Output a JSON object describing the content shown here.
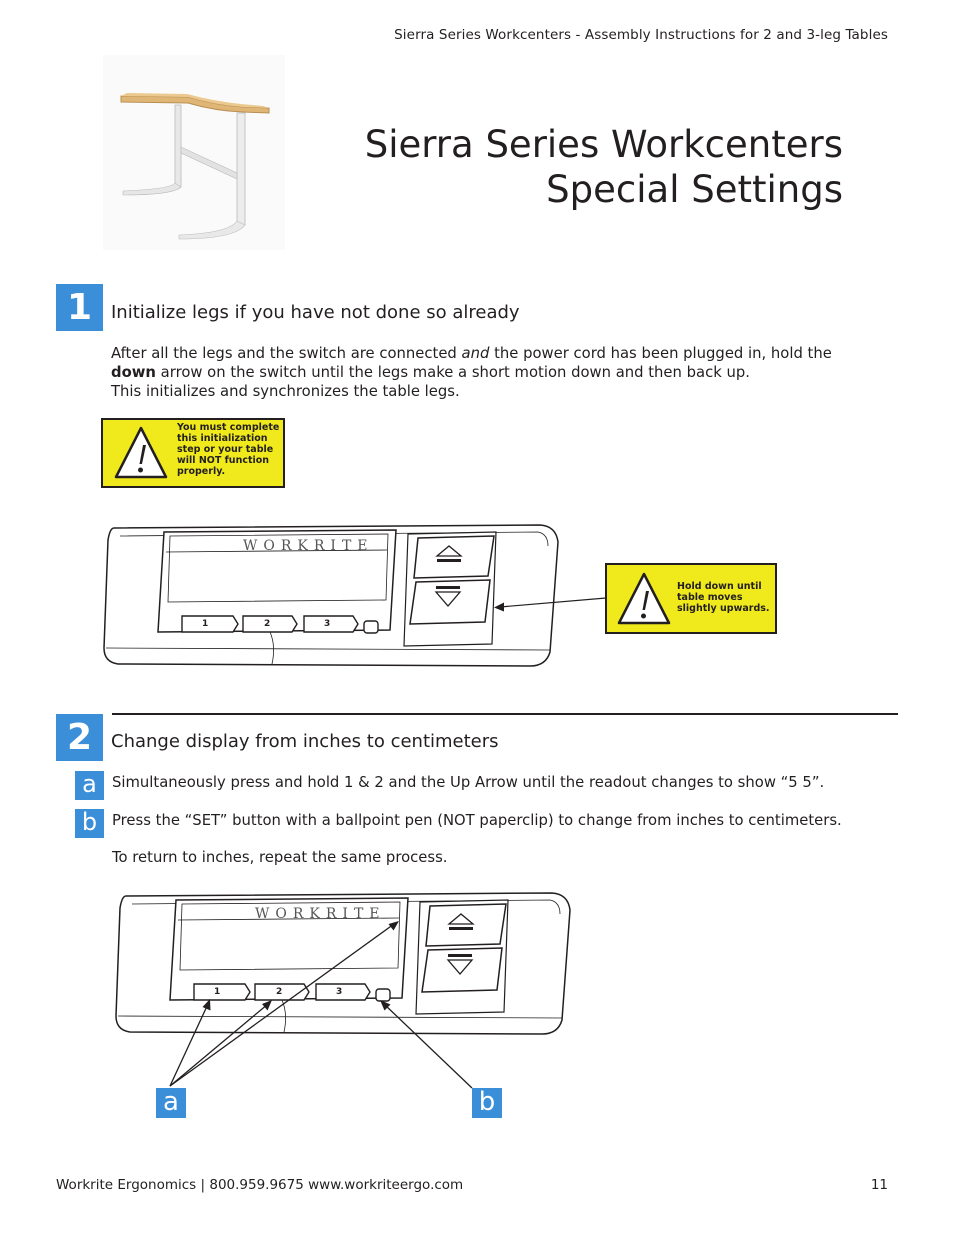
{
  "header": {
    "title": "Sierra Series Workcenters - Assembly Instructions for 2 and 3-leg Tables"
  },
  "page_title": {
    "line1": "Sierra Series Workcenters",
    "line2": "Special Settings"
  },
  "step1": {
    "number": "1",
    "heading": "Initialize legs if you have not done so already",
    "body_part1": "After all the legs and the switch are connected ",
    "body_em": "and",
    "body_part2": " the power cord has been plugged in, hold the",
    "body_bold": "down",
    "body_part3": " arrow on the switch until the legs make a short motion down and then back up.",
    "body_line3": "This initializes and synchronizes the table legs.",
    "warning1": {
      "line1": "You must complete",
      "line2": "this initialization",
      "line3": "step or your table",
      "line4": "will NOT function",
      "line5": "properly."
    },
    "warning2": {
      "line1": "Hold down until",
      "line2": "table moves",
      "line3": "slightly upwards."
    }
  },
  "controller": {
    "brand": "WORKRITE",
    "button1": "1",
    "button2": "2",
    "button3": "3"
  },
  "step2": {
    "number": "2",
    "heading": "Change display from inches to centimeters",
    "a_label": "a",
    "a_text": "Simultaneously press and hold 1 & 2 and the Up Arrow until the readout changes to show “5 5”.",
    "b_label": "b",
    "b_text": "Press the “SET” button with a ballpoint pen (NOT paperclip) to change from inches to centimeters.",
    "return_text": "To return to inches, repeat the same process.",
    "diagram_label_a": "a",
    "diagram_label_b": "b"
  },
  "footer": {
    "company": "Workrite Ergonomics  |  800.959.9675  www.workriteergo.com",
    "page_number": "11"
  },
  "colors": {
    "accent_blue": "#3b8fd9",
    "warning_yellow": "#f0ea1d"
  }
}
